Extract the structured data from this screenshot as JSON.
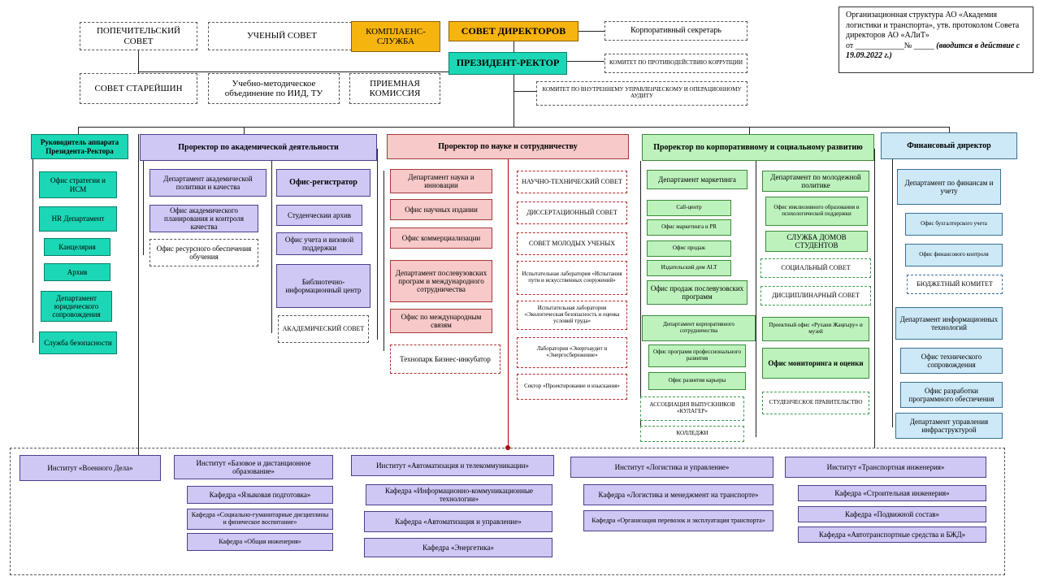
{
  "title_note": {
    "line1": "Организационная структура АО «Академия логистики и  транспорта», утв. протоколом Совета директоров АО «АЛиТ»",
    "line2": "от ____________№ _____",
    "line3": "(вводится в действие с 19.09.2022 г.)"
  },
  "top": {
    "popechitel": "ПОПЕЧИТЕЛЬСКИЙ СОВЕТ",
    "uchenyi": "УЧЕНЫЙ СОВЕТ",
    "compliance": "КОМПЛАЕНС-СЛУЖБА",
    "board": "СОВЕТ ДИРЕКТОРОВ",
    "secretary": "Корпоративный секретарь",
    "president": "ПРЕЗИДЕНТ-РЕКТОР",
    "anticorr": "КОМИТЕТ ПО ПРОТИВОДЕЙСТВИЮ КОРРУПЦИИ",
    "elders": "СОВЕТ СТАРЕЙШИН",
    "umo": "Учебно-методическое объединение  по ИИД, ТУ",
    "admission": "ПРИЕМНАЯ КОМИССИЯ",
    "audit": "КОМИТЕТ ПО ВНУТРЕННЕМУ УПРАВЛЕНЧЕСКОМУ И ОПЕРАЦИОННОМУ АУДИТУ"
  },
  "col1": {
    "head": "Руководитель аппарата Президента-Ректора",
    "items": [
      "Офис стратегии и ИСМ",
      "HR Департамент",
      "Канцелярия",
      "Архив",
      "Департамент юридического сопровождения",
      "Служба безопасности"
    ]
  },
  "col2": {
    "head": "Проректор по академической деятельности",
    "dept": "Департамент академической политики и качества",
    "plan": "Офис академического планирования и контроля качества",
    "resource": "Офис ресурсного обеспечения обучения",
    "registrar": "Офис-регистратор",
    "archive": "Студенческии архив",
    "visa": "Офис учета и визовой поддержки",
    "library": "Библиотечно-информационный центр",
    "academic_council": "АКАДЕМИЧЕСКИЙ СОВЕТ"
  },
  "col3": {
    "head": "Проректор по науке и сотрудничеству",
    "left": [
      "Департамент науки и инновации",
      "Офис научных издании",
      "Офис коммерциализации",
      "Департамент послевузовских програм и международного сотрудничества",
      "Офис по международным связям"
    ],
    "technopark": "Технопарк Бизнес-инкубатор",
    "right": [
      "НАУЧНО-ТЕХНИЧЕСКИЙ СОВЕТ",
      "ДИССЕРТАЦИОННЫЙ СОВЕТ",
      "СОВЕТ МОЛОДЫХ УЧЕНЫХ",
      "Испытательная лаборатория «Испытания пути и искусственных сооружений»",
      "Испытательная лаборатория «Экологическая безопасность и оценка условий труда»",
      "Лаборатория «Энергоаудит и «Энергосбережение»",
      "Сектор «Проектирование и изыскания»"
    ]
  },
  "col4": {
    "head": "Проректор по  корпоративному и социальному развитию",
    "marketing": "Департамент маркетинга",
    "m_items": [
      "Call-центр",
      "Офис маркетинга и PR",
      "Офис продаж",
      "Издательский дом ALT"
    ],
    "postgrad_sales": "Офис продаж послевузовских программ",
    "corp": "Департамент корпоративного сотрудничества",
    "c_items": [
      "Офис  программ профессионального развития",
      "Офис развития карьеры"
    ],
    "alumni": "АССОЦИАЦИЯ ВЫПУСКНИКОВ «КУЛАГЕР»",
    "colleges": "КОЛЛЕДЖИ",
    "youth": "Департамент по молодежной политике",
    "inclusive": "Офис инклюзивного образования и психологической поддержки",
    "dorms": "СЛУЖБА ДОМОВ СТУДЕНТОВ",
    "social": "СОЦИАЛЬНЫЙ СОВЕТ",
    "discipline": "ДИСЦИПЛИНАРНЫЙ СОВЕТ",
    "rukhani": "Проектный офис «Рухани Жаңғыру» и музей",
    "monitoring": "Офис мониторинга и оценки",
    "student_gov": "СТУДЕНЧЕСКОЕ ПРАВИТЕЛЬСТВО"
  },
  "col5": {
    "head": "Финансовый директор",
    "fin": "Департамент по финансам и учету",
    "accounting": "Офис бухгалтерского учета",
    "control": "Офис финансового контроля",
    "budget": "БЮДЖЕТНЫЙ КОМИТЕТ",
    "it": "Департамент информационных технологий",
    "tech": "Офис технического сопровождения",
    "soft": "Офис разработки программного обеспечения",
    "infra": "Департамент управления инфраструктурой"
  },
  "institutes": {
    "military": "Институт «Военного Дела»",
    "basic": "Институт «Базовое и дистанционное образование»",
    "basic_items": [
      "Кафедра «Языковая  подготовка»",
      "Кафедра «Социально-гуманитарные дисциплины и физическое воспитание»",
      "Кафедра «Общая инженерия»"
    ],
    "auto": "Институт «Автоматизация и телекоммуникации»",
    "auto_items": [
      "Кафедра «Информационно-коммуникационные технологии»",
      "Кафедра «Автоматизация и управление»",
      "Кафедра «Энергетика»"
    ],
    "logistics": "Институт «Логистика и управление»",
    "logistics_items": [
      "Кафедра «Логистика и менеджмент на транспорте»",
      "Кафедра «Организация перевозок и эксплуатация транспорта»"
    ],
    "transport": "Институт «Транспортная инженерия»",
    "transport_items": [
      "Кафедра «Строительная инженерия»",
      "Кафедра «Подвижной состав»",
      "Кафедра «Автотранспортные средства и БЖД»"
    ]
  }
}
